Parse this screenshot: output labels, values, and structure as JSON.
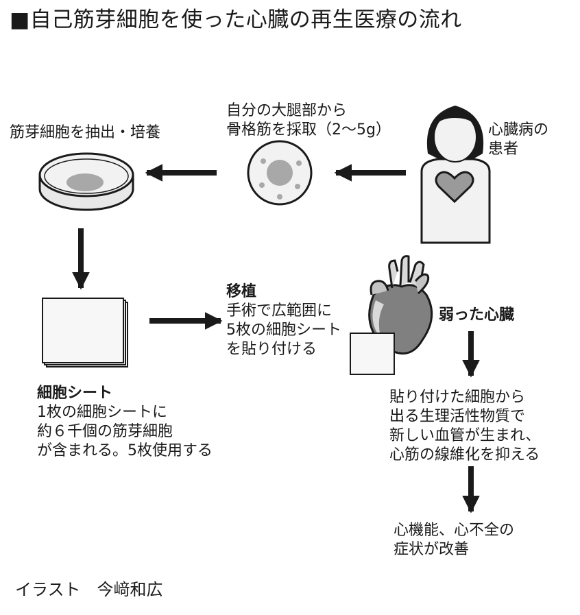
{
  "title": "■自己筋芽細胞を使った心臓の再生医療の流れ",
  "labels": {
    "patient": "心臓病の\n患者",
    "harvest": "自分の大腿部から\n骨格筋を採取（2〜5g）",
    "culture": "筋芽細胞を抽出・培養",
    "transplant_heading": "移植",
    "transplant_body": "手術で広範囲に\n5枚の細胞シート\nを貼り付ける",
    "weak_heart": "弱った心臓",
    "sheet_heading": "細胞シート",
    "sheet_body": "1枚の細胞シートに\n約６千個の筋芽細胞\nが含まれる。5枚使用する",
    "effect": "貼り付けた細胞から\n出る生理活性物質で\n新しい血管が生まれ、\n心筋の線維化を抑える",
    "result": "心機能、心不全の\n症状が改善"
  },
  "credit": "イラスト　今﨑和広",
  "colors": {
    "ink": "#1a1a1a",
    "heart_gray": "#808080",
    "light_gray": "#d9d9d9",
    "mid_gray": "#a8a8a8",
    "paper": "#f2f2f2"
  }
}
